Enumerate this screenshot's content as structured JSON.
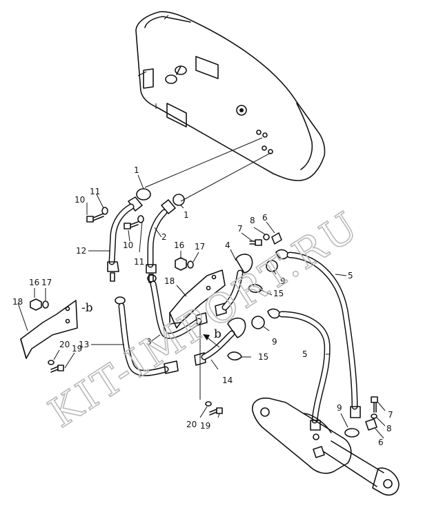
{
  "watermark": "KIT-IMPORT.RU",
  "callouts": [
    {
      "id": "c1a",
      "text": "1"
    },
    {
      "id": "c1b",
      "text": "1"
    },
    {
      "id": "c2",
      "text": "2"
    },
    {
      "id": "c3",
      "text": "3"
    },
    {
      "id": "c4",
      "text": "4"
    },
    {
      "id": "c5a",
      "text": "5"
    },
    {
      "id": "c5b",
      "text": "5"
    },
    {
      "id": "c6a",
      "text": "6"
    },
    {
      "id": "c6b",
      "text": "6"
    },
    {
      "id": "c7a",
      "text": "7"
    },
    {
      "id": "c7b",
      "text": "7"
    },
    {
      "id": "c8a",
      "text": "8"
    },
    {
      "id": "c8b",
      "text": "8"
    },
    {
      "id": "c9a",
      "text": "9"
    },
    {
      "id": "c9b",
      "text": "9"
    },
    {
      "id": "c9c",
      "text": "9"
    },
    {
      "id": "c10a",
      "text": "10"
    },
    {
      "id": "c10b",
      "text": "10"
    },
    {
      "id": "c11a",
      "text": "11"
    },
    {
      "id": "c11b",
      "text": "11"
    },
    {
      "id": "c12",
      "text": "12"
    },
    {
      "id": "c13",
      "text": "13"
    },
    {
      "id": "c14",
      "text": "14"
    },
    {
      "id": "c15a",
      "text": "15"
    },
    {
      "id": "c15b",
      "text": "15"
    },
    {
      "id": "c16a",
      "text": "16"
    },
    {
      "id": "c16b",
      "text": "16"
    },
    {
      "id": "c17a",
      "text": "17"
    },
    {
      "id": "c17b",
      "text": "17"
    },
    {
      "id": "c18a",
      "text": "18"
    },
    {
      "id": "c18b",
      "text": "18"
    },
    {
      "id": "c19a",
      "text": "19"
    },
    {
      "id": "c19b",
      "text": "19"
    },
    {
      "id": "c20a",
      "text": "20"
    },
    {
      "id": "c20b",
      "text": "20"
    }
  ],
  "view_refs": {
    "left": "-b",
    "arrow": "b"
  }
}
